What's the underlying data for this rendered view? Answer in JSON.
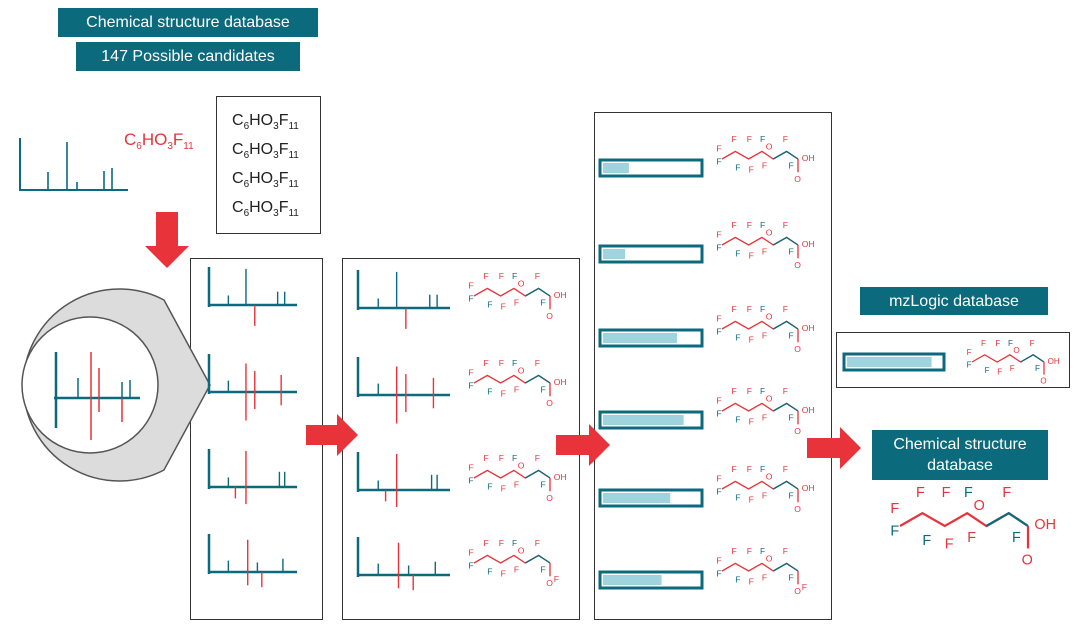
{
  "colors": {
    "teal": "#0b6a7c",
    "red": "#e8333a",
    "light_teal": "#9fd3de",
    "frame": "#333333"
  },
  "header": {
    "title": "Chemical structure database",
    "candidates": "147 Possible candidates"
  },
  "query": {
    "formula": {
      "main": [
        [
          "C",
          "6"
        ],
        [
          "HO",
          "3"
        ],
        [
          "F",
          "11"
        ]
      ]
    }
  },
  "formula_list": [
    [
      [
        "C",
        "6"
      ],
      [
        "HO",
        "3"
      ],
      [
        "F",
        "11"
      ]
    ],
    [
      [
        "C",
        "6"
      ],
      [
        "HO",
        "3"
      ],
      [
        "F",
        "11"
      ]
    ],
    [
      [
        "C",
        "6"
      ],
      [
        "HO",
        "3"
      ],
      [
        "F",
        "11"
      ]
    ],
    [
      [
        "C",
        "6"
      ],
      [
        "HO",
        "3"
      ],
      [
        "F",
        "11"
      ]
    ]
  ],
  "ranking": {
    "scores": [
      0.27,
      0.23,
      0.77,
      0.84,
      0.7,
      0.61
    ]
  },
  "mzlogic": {
    "title": "mzLogic database",
    "score": 0.9
  },
  "result": {
    "title": "Chemical structure database"
  },
  "atoms": {
    "fluorine": "F",
    "oxygen": "O",
    "hydroxyl": "OH"
  }
}
